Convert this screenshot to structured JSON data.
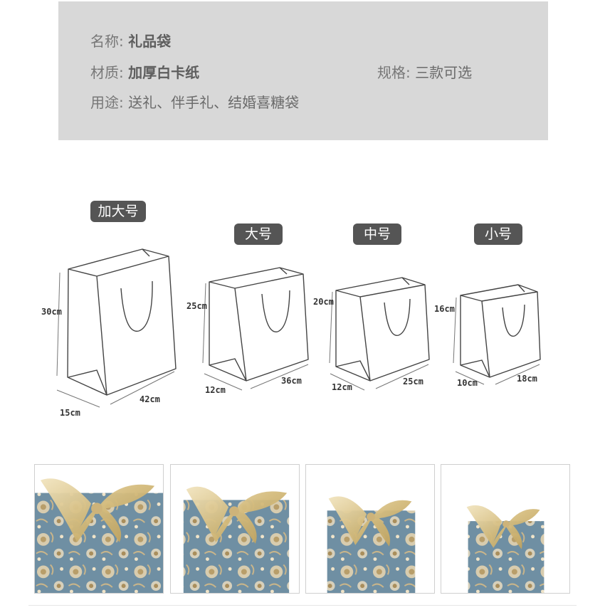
{
  "info": {
    "name_label": "名称:",
    "name_value": "礼品袋",
    "material_label": "材质:",
    "material_value": "加厚白卡纸",
    "spec_label": "规格:",
    "spec_value": "三款可选",
    "usage_label": "用途:",
    "usage_value": "送礼、伴手礼、结婚喜糖袋"
  },
  "sizes": [
    {
      "badge": "加大号",
      "height": "30cm",
      "depth": "15cm",
      "width": "42cm"
    },
    {
      "badge": "大号",
      "height": "25cm",
      "depth": "12cm",
      "width": "36cm"
    },
    {
      "badge": "中号",
      "height": "20cm",
      "depth": "12cm",
      "width": "25cm"
    },
    {
      "badge": "小号",
      "height": "16cm",
      "depth": "10cm",
      "width": "18cm"
    }
  ],
  "colors": {
    "panel_bg": "#d8d8d8",
    "badge_bg": "#555555",
    "bag_fill": "#6f8fa3",
    "ribbon": "#d9c38a"
  }
}
